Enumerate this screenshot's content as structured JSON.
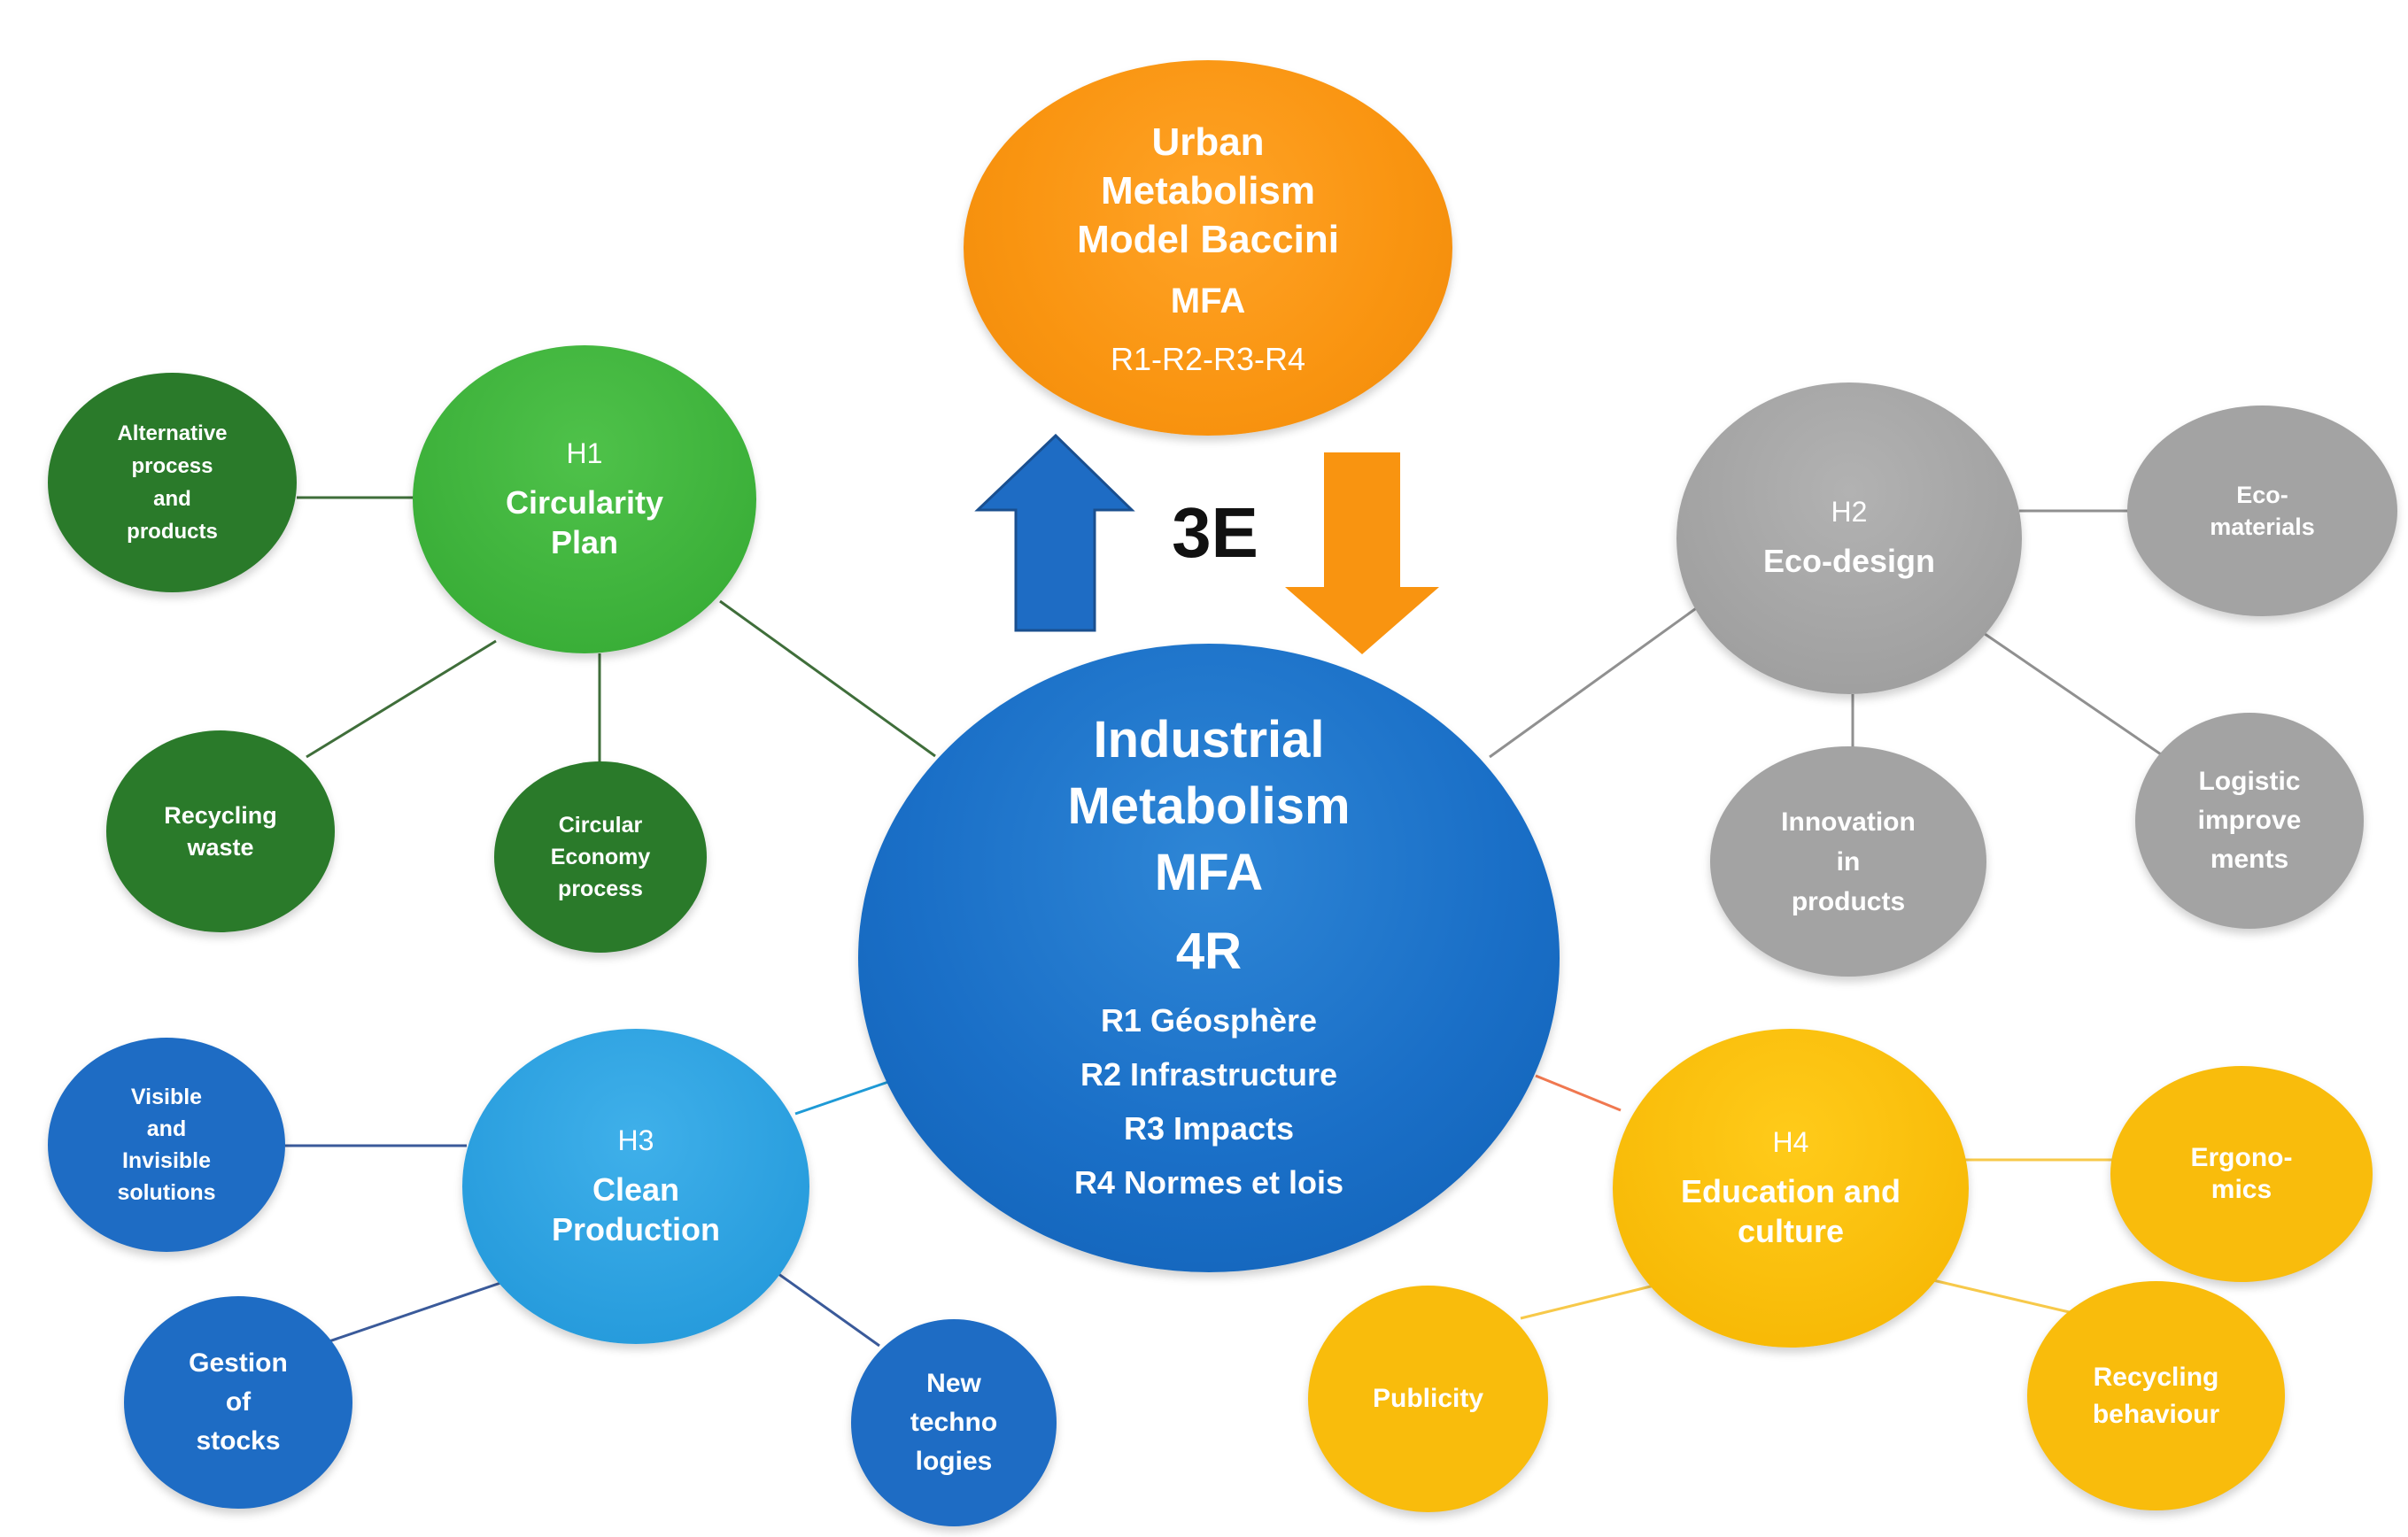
{
  "center": {
    "title": "Industrial\nMetabolism\nMFA",
    "subtitle": "4R",
    "items": "R1 Géosphère\nR2 Infrastructure\nR3 Impacts\nR4 Normes et lois"
  },
  "top": {
    "title": "Urban\nMetabolism\nModel Baccini",
    "line2": "MFA",
    "line3": "R1-R2-R3-R4"
  },
  "link_label": "3E",
  "hubs": {
    "h1": {
      "label": "H1",
      "title": "Circularity\nPlan"
    },
    "h2": {
      "label": "H2",
      "title": "Eco-design"
    },
    "h3": {
      "label": "H3",
      "title": "Clean\nProduction"
    },
    "h4": {
      "label": "H4",
      "title": "Education and\nculture"
    }
  },
  "leaves": {
    "h1": [
      "Alternative\nprocess\nand\nproducts",
      "Recycling\nwaste",
      "Circular\nEconomy\nprocess"
    ],
    "h2": [
      "Eco-\nmaterials",
      "Innovation\nin\nproducts",
      "Logistic\nimprove\nments"
    ],
    "h3": [
      "Visible\nand\nInvisible\nsolutions",
      "Gestion\nof\nstocks",
      "New\ntechno\nlogies"
    ],
    "h4": [
      "Ergono-\nmics",
      "Publicity",
      "Recycling\nbehaviour"
    ]
  },
  "colors": {
    "center": "#1a6fc7",
    "top": "#f99410",
    "h1": "#33a832",
    "h1_leaf": "#2a7a2a",
    "h2": "#a3a3a3",
    "h3": "#1f95d8",
    "h3_leaf": "#1e6cc4",
    "h4": "#f5b400",
    "h4_leaf": "#f9bc0c",
    "arrow_up": "#1e6cc4",
    "arrow_down": "#f99410"
  }
}
